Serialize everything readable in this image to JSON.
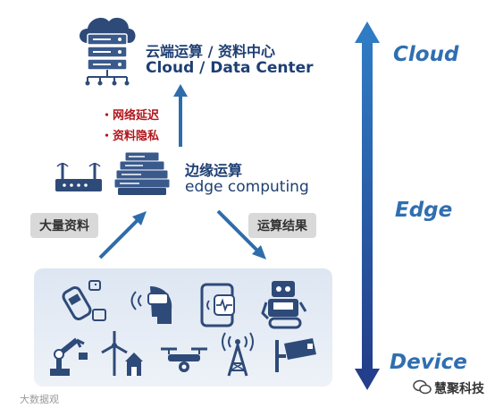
{
  "cloud": {
    "title_cn": "云端运算 / 资料中心",
    "title_en": "Cloud / Data Center"
  },
  "issues": [
    "・网络延迟",
    "・资料隐私"
  ],
  "edge": {
    "title_cn": "边缘运算",
    "title_en": "edge computing"
  },
  "flows": {
    "up_label": "大量资料",
    "down_label": "运算结果"
  },
  "scale": {
    "top": "Cloud",
    "middle": "Edge",
    "bottom": "Device"
  },
  "devices": [
    "car-sensor-icon",
    "vr-headset-icon",
    "smartwatch-icon",
    "robot-icon",
    "robot-arm-icon",
    "wind-turbine-house-icon",
    "drone-icon",
    "cell-tower-icon",
    "security-camera-icon"
  ],
  "footer": {
    "watermark": "大数据观",
    "brand": "慧聚科技"
  },
  "colors": {
    "navy": "#1e3f73",
    "arrow_blue": "#2e6dab",
    "issue_red": "#b0161c",
    "scale_blue": "#2f6fb0"
  }
}
